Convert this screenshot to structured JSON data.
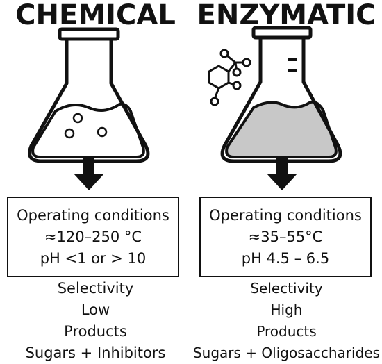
{
  "chemical": {
    "title": "CHEMICAL",
    "conditions": {
      "heading": "Operating conditions",
      "temperature": "≈120–250 °C",
      "ph": "pH <1 or > 10"
    },
    "selectivity_label": "Selectivity",
    "selectivity_value": "Low",
    "products_label": "Products",
    "products_value": "Sugars + Inhibitors"
  },
  "enzymatic": {
    "title": "ENZYMATIC",
    "conditions": {
      "heading": "Operating conditions",
      "temperature": "≈35–55°C",
      "ph": "pH 4.5 – 6.5"
    },
    "selectivity_label": "Selectivity",
    "selectivity_value": "High",
    "products_label": "Products",
    "products_value": "Sugars + Oligosaccharides"
  },
  "colors": {
    "ink": "#111111",
    "enzymatic_liquid": "#c8c8c8",
    "background": "#ffffff"
  },
  "icons": [
    "flask-icon",
    "bubble-icon",
    "arrow-down-icon",
    "molecule-icon"
  ]
}
